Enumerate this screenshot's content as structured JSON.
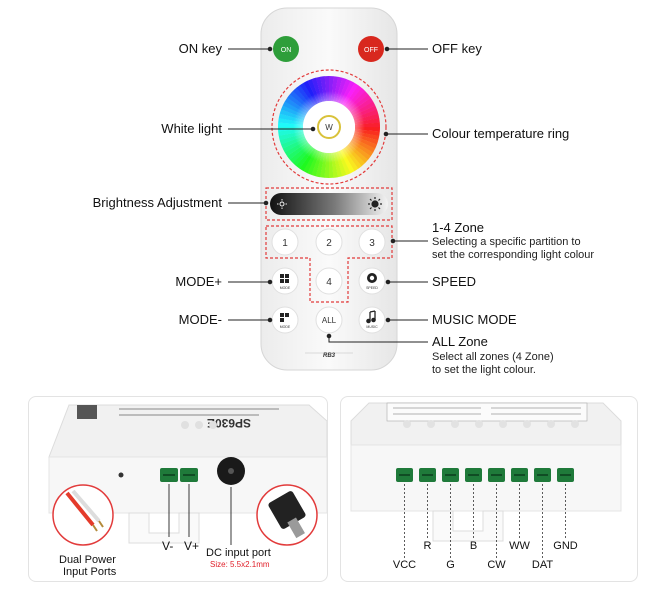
{
  "remote": {
    "on_key_text": "ON",
    "off_key_text": "OFF",
    "white_key_text": "W",
    "zone_buttons": [
      "1",
      "2",
      "3",
      "4"
    ],
    "mode_plus_caption": "MODE",
    "mode_minus_caption": "MODE",
    "speed_caption": "SPEED",
    "all_button_text": "ALL",
    "music_caption": "MUSIC",
    "model_text": "RB3"
  },
  "callouts": {
    "on_key": "ON key",
    "off_key": "OFF key",
    "white_light": "White light",
    "colour_ring": "Colour temperature ring",
    "brightness": "Brightness Adjustment",
    "zone_title": "1-4 Zone",
    "zone_desc_1": "Selecting a specific partition to",
    "zone_desc_2": "set the corresponding light colour",
    "mode_plus": "MODE+",
    "speed": "SPEED",
    "mode_minus": "MODE-",
    "music_mode": "MUSIC MODE",
    "all_title": "ALL Zone",
    "all_desc_1": "Select all zones (4 Zone)",
    "all_desc_2": "to set the light colour."
  },
  "left_controller": {
    "model": "SP630E",
    "vminus": "V-",
    "vplus": "V+",
    "dual_power_1": "Dual Power",
    "dual_power_2": "Input Ports",
    "dc_port": "DC input port",
    "dc_size": "Size: 5.5x2.1mm"
  },
  "right_controller": {
    "top_labels": [
      "VCC",
      "G",
      "CW",
      "DAT"
    ],
    "bottom_labels": [
      "R",
      "B",
      "WW",
      "GND"
    ]
  },
  "colors": {
    "on_green": "#2e9e3a",
    "off_red": "#d8281e",
    "dashed_red": "#e23b3b",
    "dc_size_red": "#e0202a",
    "terminal_green": "#1f7a3a"
  }
}
